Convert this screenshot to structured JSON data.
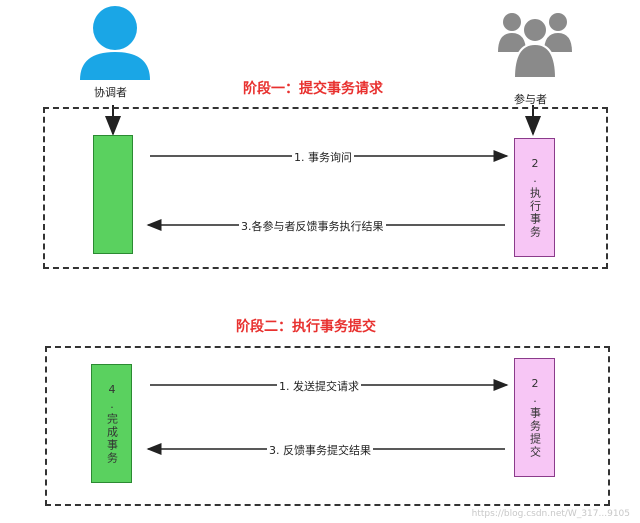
{
  "actors": {
    "coordinator": "协调者",
    "participants": "参与者"
  },
  "phase1": {
    "title": "阶段一：提交事务请求",
    "msg_request": "1.  事务询问",
    "msg_feedback": "3.各参与者反馈事务执行结果",
    "participant_box": "2.执行事务"
  },
  "phase2": {
    "title": "阶段二：执行事务提交",
    "coordinator_box": "4.完成事务",
    "msg_request": "1.  发送提交请求",
    "msg_feedback": "3.  反馈事务提交结果",
    "participant_box": "2.事务提交"
  },
  "watermark": "https://blog.csdn.net/W_317...9105",
  "colors": {
    "phase_title": "#e8312f",
    "coordinator_icon": "#1aa6e6",
    "participants_icon": "#8a8a8a",
    "green_box": "#5ad15f",
    "pink_box": "#f7c6f5"
  }
}
